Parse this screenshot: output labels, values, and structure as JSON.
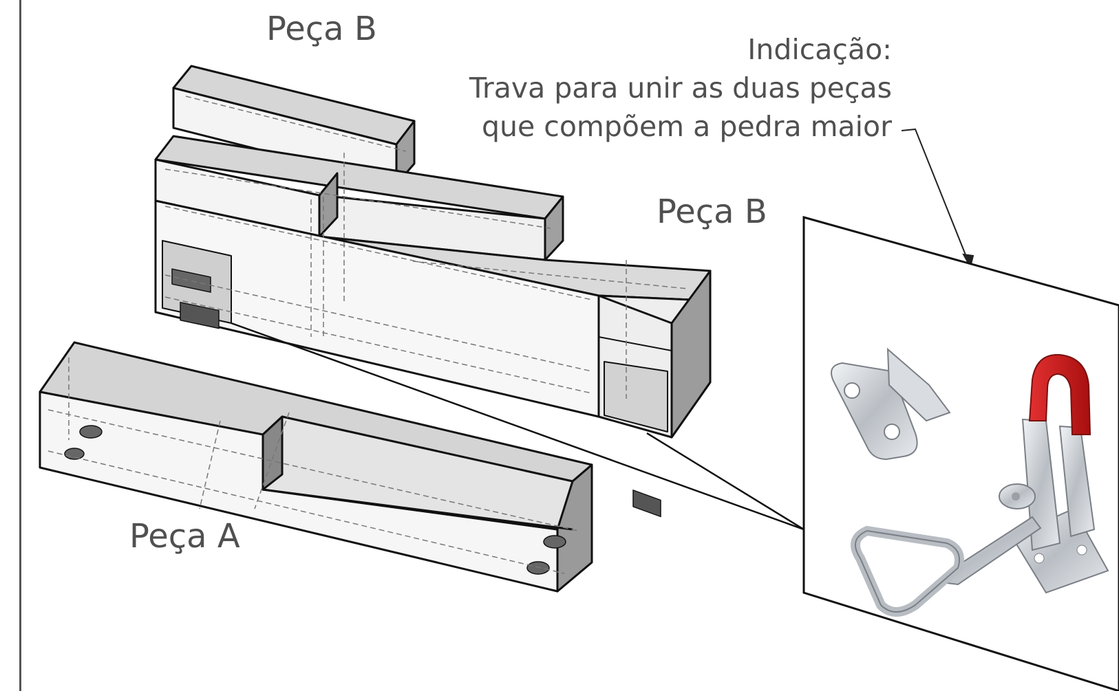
{
  "labels": {
    "piece_b_top": "Peça B",
    "piece_b_right": "Peça B",
    "piece_a": "Peça A"
  },
  "callout": {
    "line1": "Indicação:",
    "line2": "Trava para unir as duas peças",
    "line3": "que compõem a pedra maior"
  },
  "colors": {
    "text": "#505050",
    "outline": "#111111",
    "top_face": "#dcdcdc",
    "side_face": "#9a9a9a",
    "latch_handle": "#d11a1a",
    "metal": "#c8ccd0"
  },
  "icons": {
    "latch": "toggle-latch-clamp-icon",
    "catch_plate": "catch-plate-icon"
  }
}
